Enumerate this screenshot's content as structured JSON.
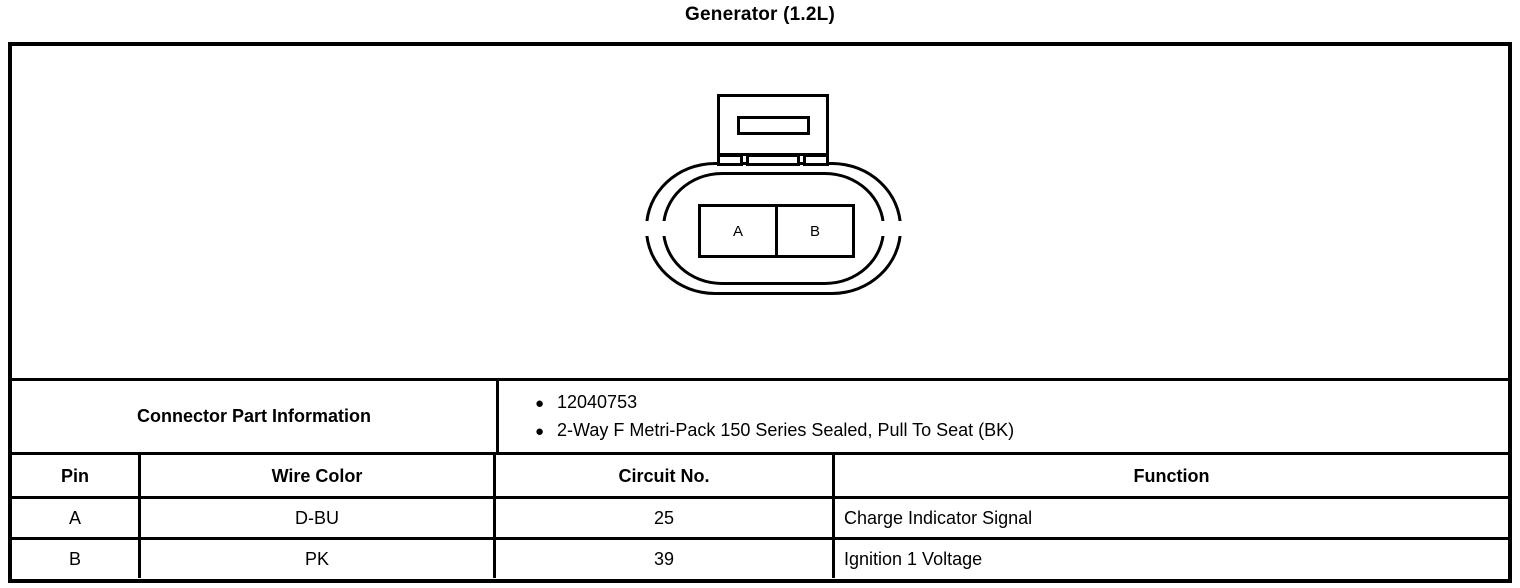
{
  "page": {
    "title": "Generator (1.2L)"
  },
  "connector_diagram": {
    "icon": "connector-2way-female-icon",
    "cavities": [
      {
        "label": "A"
      },
      {
        "label": "B"
      }
    ],
    "latch": {
      "icon": "latch-lock-tab-icon",
      "slot_icon": "latch-slot-icon"
    },
    "feet": [
      {
        "icon": "latch-foot-left-icon"
      },
      {
        "icon": "latch-foot-center-icon"
      },
      {
        "icon": "latch-foot-right-icon"
      }
    ]
  },
  "connector_part_information": {
    "label": "Connector Part Information",
    "bullet_glyph": "●",
    "items": [
      "12040753",
      "2-Way F Metri-Pack 150 Series Sealed, Pull To Seat (BK)"
    ]
  },
  "pin_table": {
    "headers": {
      "pin": "Pin",
      "wire_color": "Wire Color",
      "circuit_no": "Circuit No.",
      "function": "Function"
    },
    "rows": [
      {
        "pin": "A",
        "wire_color": "D-BU",
        "circuit_no": "25",
        "function": "Charge Indicator Signal"
      },
      {
        "pin": "B",
        "wire_color": "PK",
        "circuit_no": "39",
        "function": "Ignition 1 Voltage"
      }
    ]
  },
  "colors": {
    "ink": "#000000",
    "background": "#ffffff"
  }
}
